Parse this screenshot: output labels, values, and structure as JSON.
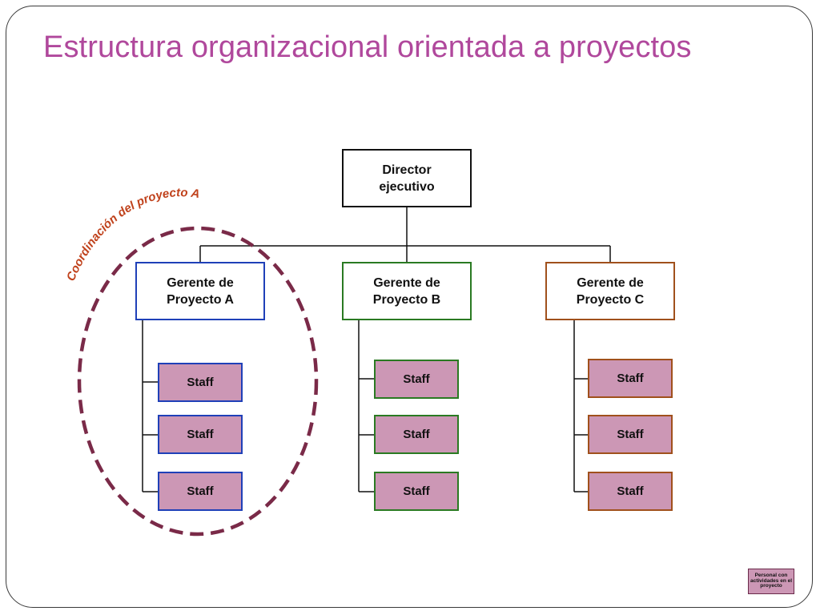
{
  "title": "Estructura organizacional orientada a proyectos",
  "director": "Director\nejecutivo",
  "managers": [
    {
      "label": "Gerente de\nProyecto  A",
      "color": "#1f40b8"
    },
    {
      "label": "Gerente de\nProyecto B",
      "color": "#2a7a22"
    },
    {
      "label": "Gerente de\nProyecto C",
      "color": "#a0501c"
    }
  ],
  "staff_label": "Staff",
  "staff_per_project": 3,
  "coordination_label": "Coordinación del proyecto A",
  "legend": "Personal con actividades en el proyecto",
  "colors": {
    "title": "#b0489c",
    "staff_fill": "#cc97b5",
    "coordination_ellipse": "#7a2a48",
    "coordination_text": "#c0421c"
  }
}
